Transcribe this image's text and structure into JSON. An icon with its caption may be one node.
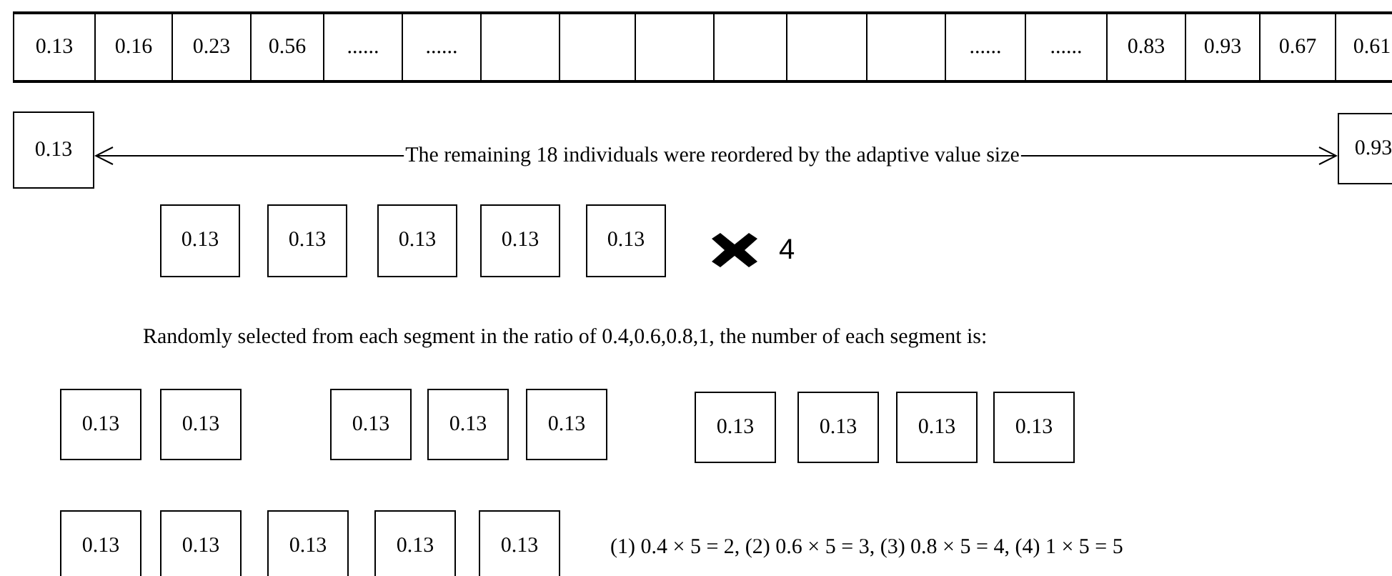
{
  "diagram": {
    "nodes": [
      {
        "text": [
          "0.13"
        ]
      },
      {
        "text": [
          "0.16"
        ]
      },
      {
        "text": [
          "0.23"
        ]
      },
      {
        "text": [
          "0.56"
        ]
      },
      {
        "text": [
          "......"
        ]
      },
      {
        "text": [
          "......"
        ]
      },
      {
        "text": [],
        "shape": "box"
      },
      {
        "text": [],
        "shape": "box"
      },
      {
        "text": [],
        "shape": "box"
      },
      {
        "text": [],
        "shape": "box"
      },
      {
        "text": [],
        "shape": "box"
      },
      {
        "text": [],
        "shape": "box"
      },
      {
        "text": [
          "......"
        ]
      },
      {
        "text": [
          "......"
        ]
      },
      {
        "text": [
          "0.83"
        ]
      },
      {
        "text": [
          "0.93"
        ]
      },
      {
        "text": [
          "0.67"
        ]
      },
      {
        "text": [
          "0.61"
        ]
      },
      {
        "text": [
          "0.13"
        ]
      },
      {
        "text": [
          "The remaining 18 individuals were reordered by the adaptive value size"
        ]
      },
      {
        "text": [
          "0.93"
        ]
      },
      {
        "text": [
          "0.13"
        ]
      },
      {
        "text": [
          "0.13"
        ]
      },
      {
        "text": [
          "0.13"
        ]
      },
      {
        "text": [
          "0.13"
        ]
      },
      {
        "text": [
          "0.13"
        ]
      },
      {
        "text": [
          "0.13"
        ]
      },
      {
        "text": [
          "0.13"
        ]
      },
      {
        "text": [
          "0.13"
        ]
      },
      {
        "text": [
          "0.13"
        ]
      },
      {
        "text": [
          "0.13"
        ]
      },
      {
        "text": [
          "0.13"
        ]
      },
      {
        "text": [
          "0.13"
        ]
      },
      {
        "text": [
          "0.13"
        ]
      },
      {
        "text": [
          "0.13"
        ]
      },
      {
        "text": [
          "0.13"
        ]
      },
      {
        "text": [
          "0.13"
        ]
      },
      {
        "text": [
          "0.13"
        ]
      },
      {
        "text": [
          "0.13"
        ]
      },
      {
        "text": [
          "0.13"
        ]
      }
    ],
    "edges": [
      {
        "from": 19,
        "to": 18,
        "arrow": "to"
      },
      {
        "from": 19,
        "to": 20,
        "arrow": "to"
      }
    ],
    "labels": [
      "4",
      "Randomly selected from each segment in the ratio of 0.4,0.6,0.8,1, the number of each segment is:",
      "(1) 0.4 × 5 = 2, (2) 0.6 × 5 = 3, (3) 0.8 × 5 = 4, (4) 1 × 5 = 5"
    ]
  }
}
